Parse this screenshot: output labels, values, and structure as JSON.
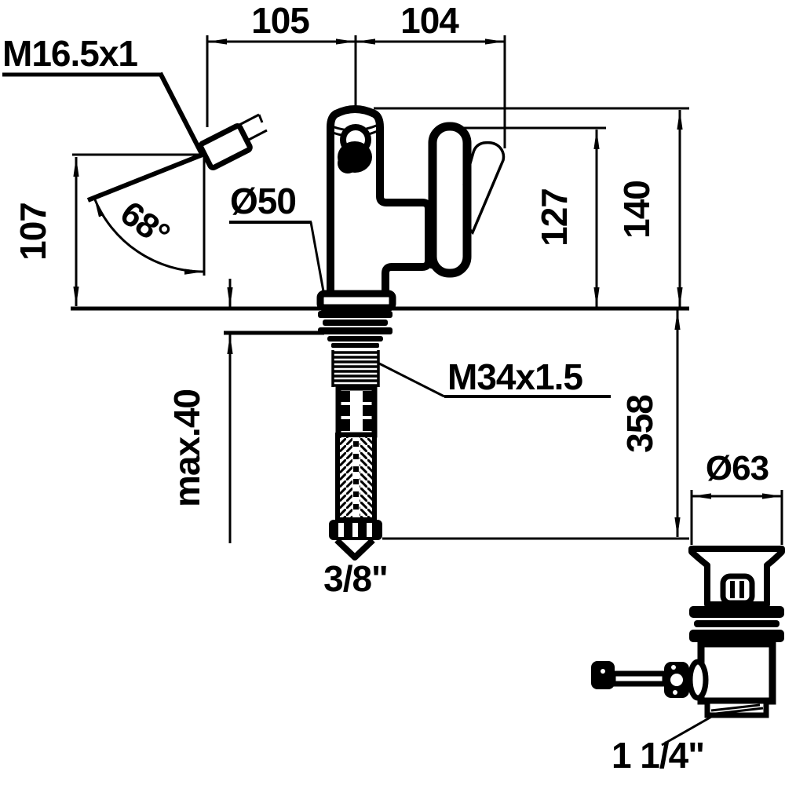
{
  "drawing": {
    "kind": "technical-dimension-drawing",
    "views": [
      "mixer-front-view",
      "supply-hose",
      "pop-up-drain-assembly"
    ]
  },
  "colors": {
    "ink": "#000000",
    "paper": "#ffffff"
  },
  "labels": {
    "thread_spray": "M16.5x1",
    "dim_spout_offset": "105",
    "dim_lever_reach": "104",
    "dim_spray_height": "107",
    "angle_spray": "68°",
    "dia_base": "Ø50",
    "dim_handle_height": "127",
    "dim_total_height": "140",
    "thread_shank": "M34x1.5",
    "dim_deck_thickness": "max.40",
    "dim_hose_length": "358",
    "dia_drain": "Ø63",
    "conn_hose": "3/8\"",
    "conn_drain": "1 1/4\""
  }
}
